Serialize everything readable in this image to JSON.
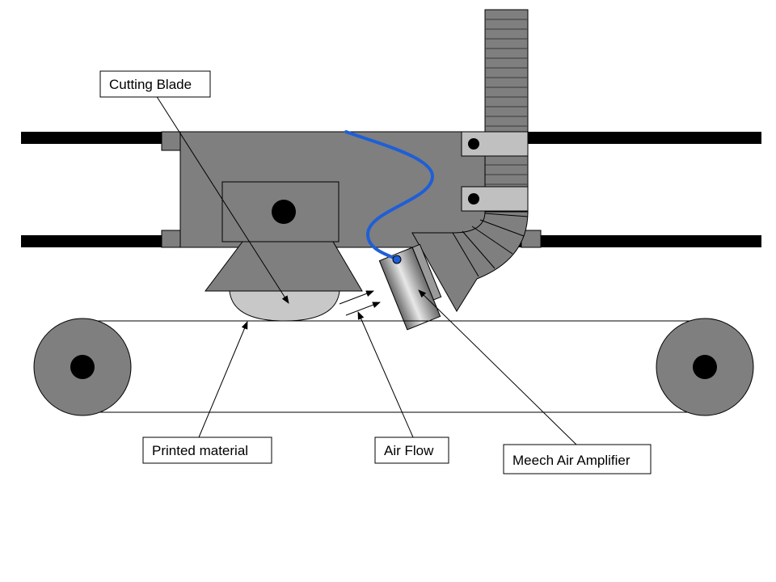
{
  "labels": {
    "cutting_blade": "Cutting Blade",
    "printed_material": "Printed material",
    "air_flow": "Air Flow",
    "air_amplifier": "Meech Air Amplifier"
  },
  "colors": {
    "body": "#7f7f7f",
    "rail": "#000000",
    "blade": "#c8c8c8",
    "bracket": "#c0c0c0",
    "air_hose": "#1f5fd6",
    "stroke": "#000000",
    "background": "#ffffff"
  }
}
